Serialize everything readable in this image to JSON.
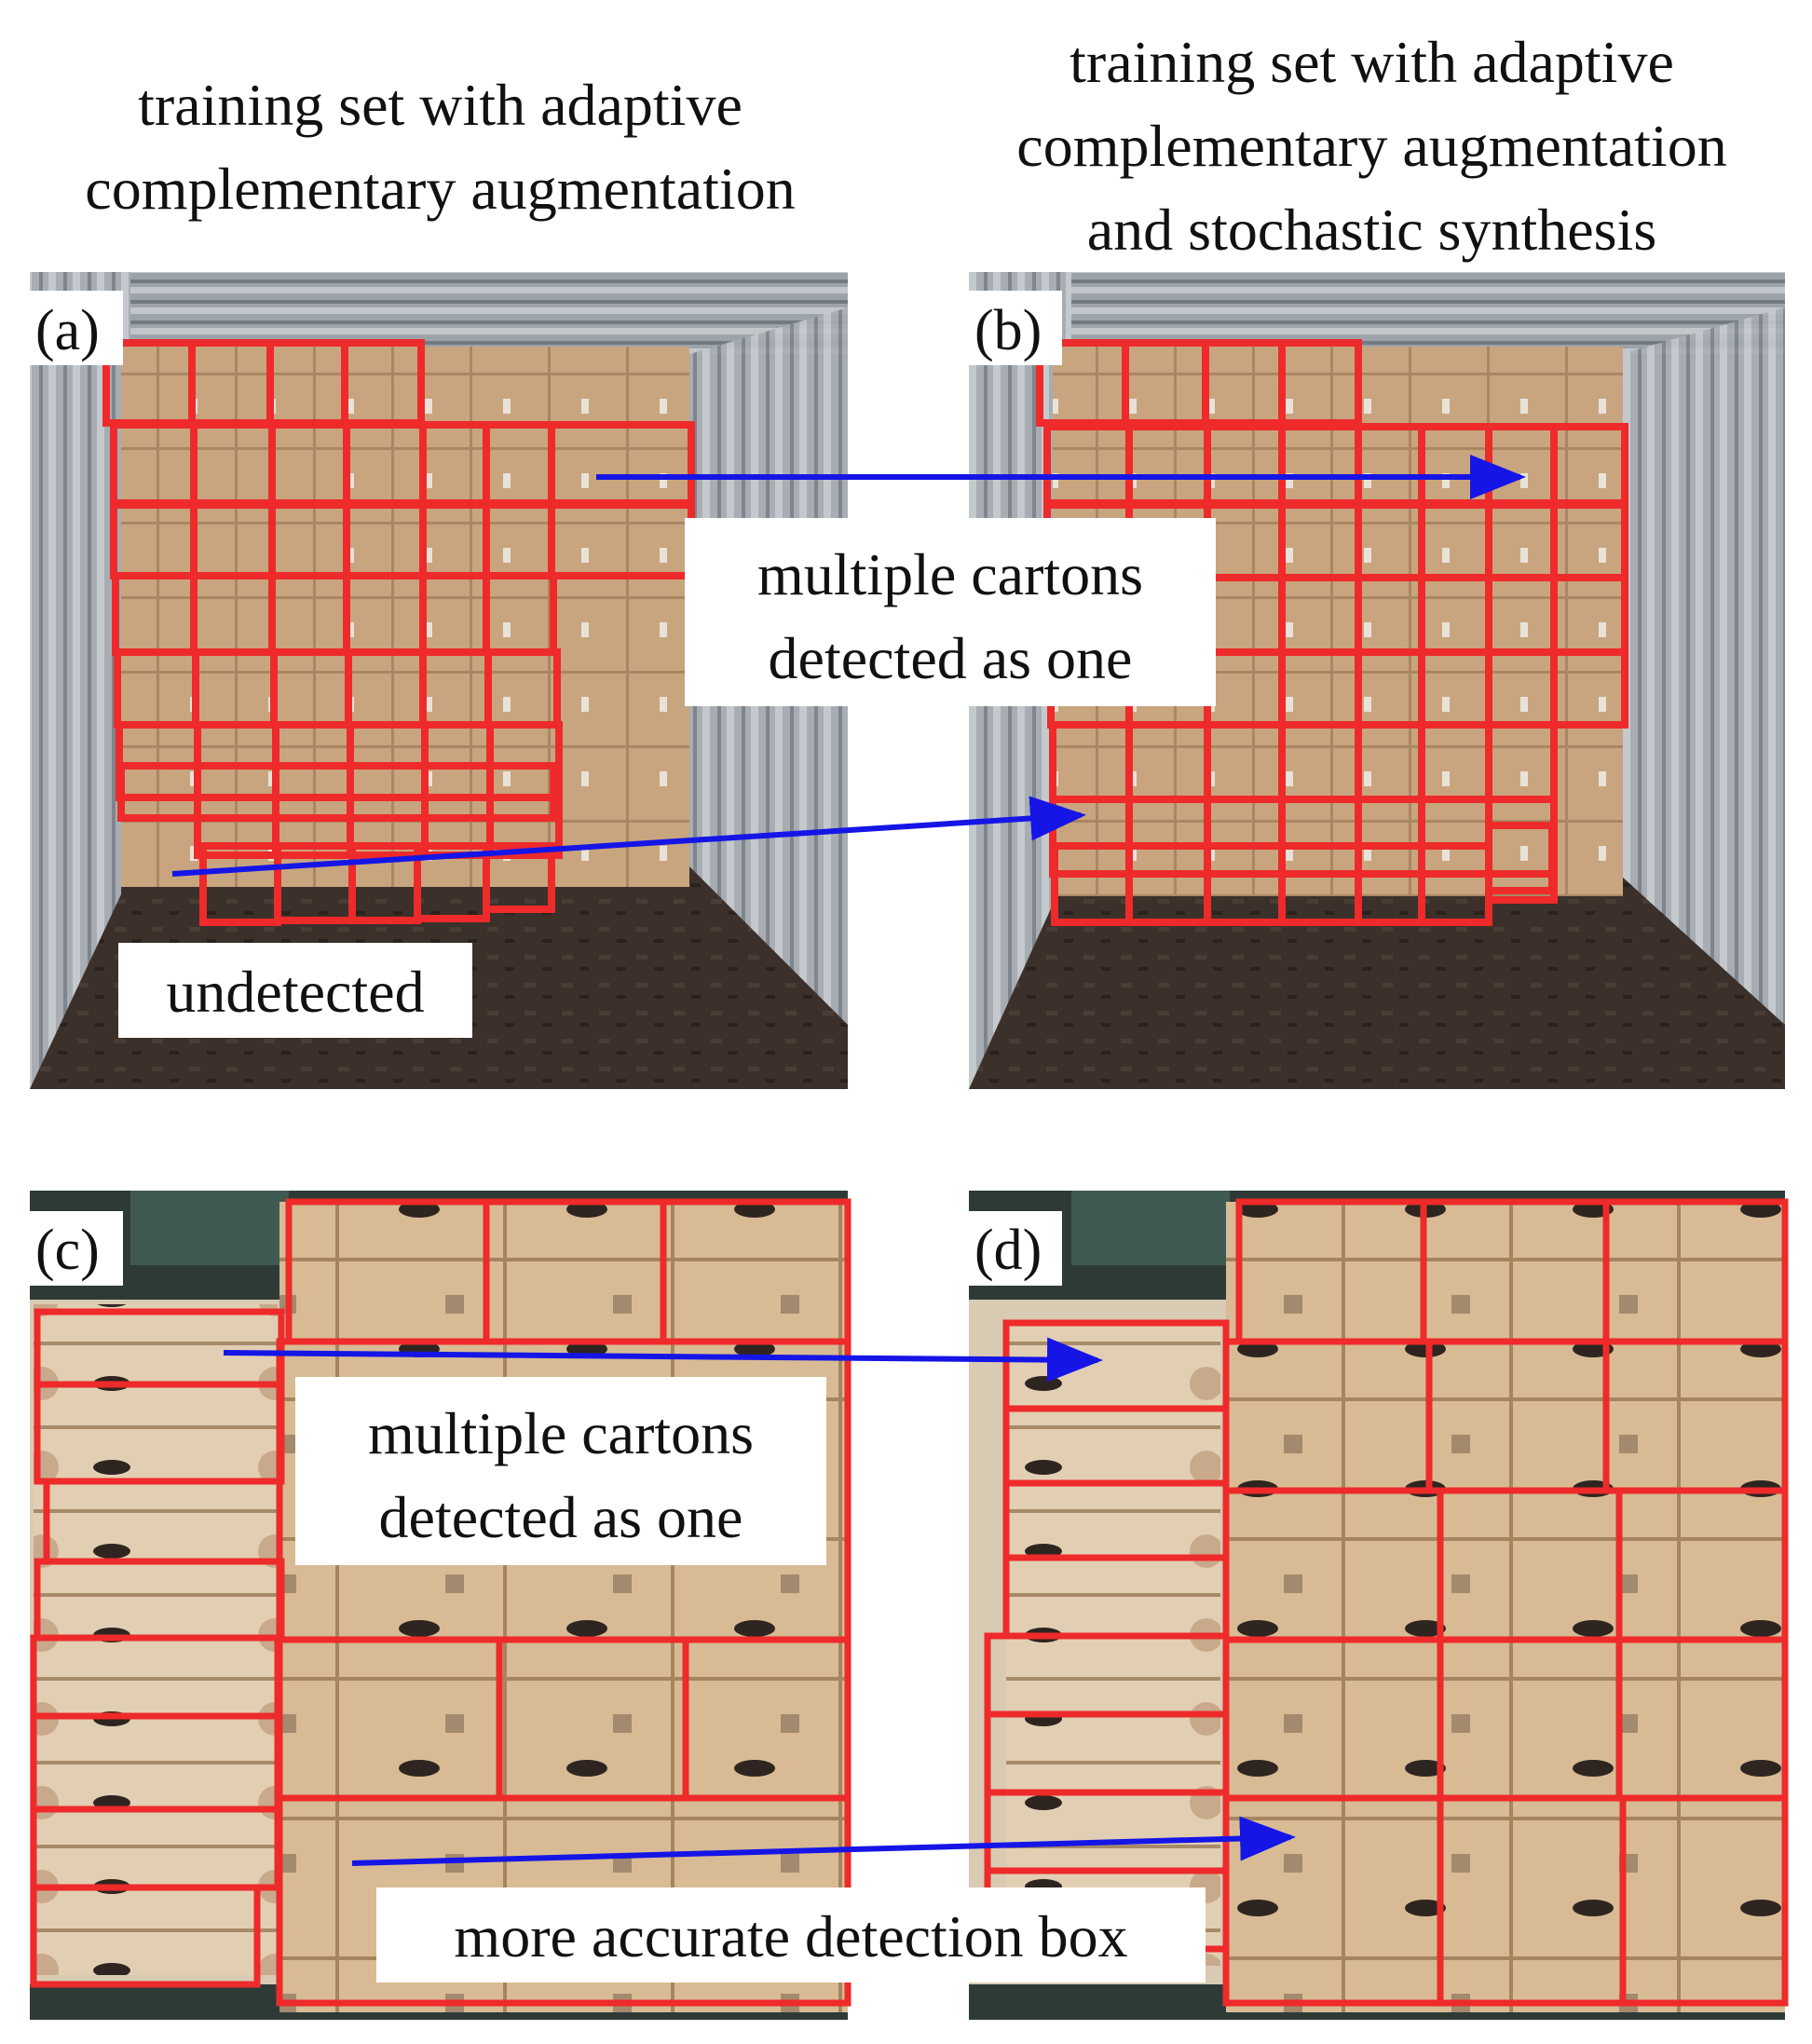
{
  "headings": {
    "left": "training set with adaptive\ncomplementary augmentation",
    "right": "training set with adaptive\ncomplementary augmentation\nand stochastic synthesis"
  },
  "panels": {
    "a": {
      "label": "(a)"
    },
    "b": {
      "label": "(b)"
    },
    "c": {
      "label": "(c)"
    },
    "d": {
      "label": "(d)"
    }
  },
  "callouts": {
    "merged_top": [
      "multiple cartons",
      "detected as one"
    ],
    "undetected": "undetected",
    "merged_bottom": [
      "multiple cartons",
      "detected as one"
    ],
    "accurate": "more accurate detection box"
  },
  "colors": {
    "detection_box": "#ee2a2a",
    "arrow": "#1515e6",
    "carton": "#c8a57f",
    "container_wall": "#9aa0a6",
    "floor": "#3a2e28"
  }
}
